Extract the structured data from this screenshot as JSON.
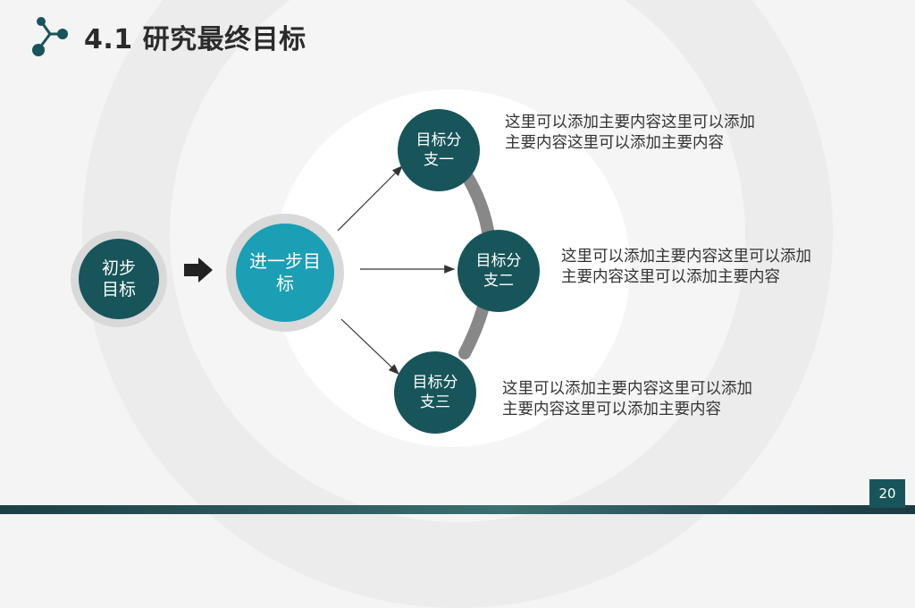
{
  "slide": {
    "title": "4.1 研究最终目标",
    "page_number": "20",
    "colors": {
      "dark_teal": "#17555a",
      "teal": "#1a9fb4",
      "gray_arc": "#888888"
    },
    "icon": "share-node-icon"
  },
  "diagram": {
    "initial": {
      "line1": "初步",
      "line2": "目标"
    },
    "further": {
      "line1": "进一步目",
      "line2": "标"
    },
    "branches": [
      {
        "line1": "目标分",
        "line2": "支一",
        "desc_line1": "这里可以添加主要内容这里可以添加",
        "desc_line2": "主要内容这里可以添加主要内容"
      },
      {
        "line1": "目标分",
        "line2": "支二",
        "desc_line1": "这里可以添加主要内容这里可以添加",
        "desc_line2": "主要内容这里可以添加主要内容"
      },
      {
        "line1": "目标分",
        "line2": "支三",
        "desc_line1": "这里可以添加主要内容这里可以添加",
        "desc_line2": "主要内容这里可以添加主要内容"
      }
    ]
  }
}
